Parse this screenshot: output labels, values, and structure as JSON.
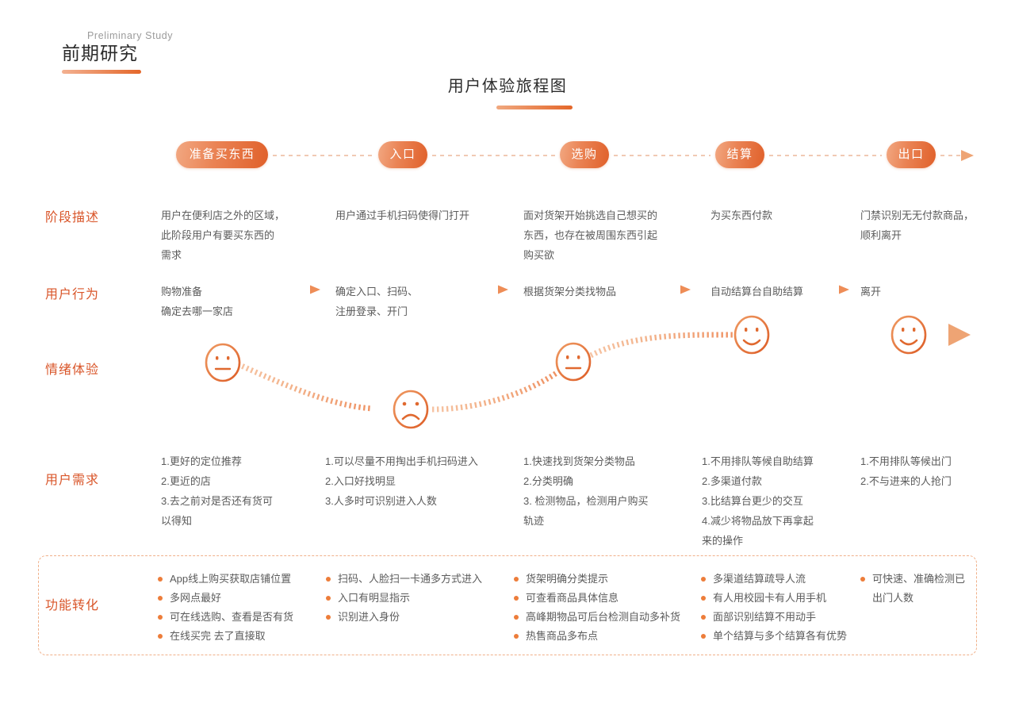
{
  "header": {
    "title_cn": "前期研究",
    "title_en": "Preliminary Study"
  },
  "main_title": "用户体验旅程图",
  "colors": {
    "accent": "#e4672a",
    "accent_light": "#f2a882",
    "label": "#d9562a",
    "body_text": "#5b5b5b",
    "dashed_border": "#f0b089",
    "bullet": "#ed7d3a"
  },
  "row_labels": [
    {
      "id": "stage-description",
      "label": "阶段描述"
    },
    {
      "id": "user-behavior",
      "label": "用户行为"
    },
    {
      "id": "emotion-experience",
      "label": "情绪体验"
    },
    {
      "id": "user-needs",
      "label": "用户需求"
    },
    {
      "id": "function-conversion",
      "label": "功能转化"
    }
  ],
  "stages": [
    {
      "label": "准备买东西"
    },
    {
      "label": "入口"
    },
    {
      "label": "选购"
    },
    {
      "label": "结算"
    },
    {
      "label": "出口"
    }
  ],
  "stage_description": [
    "用户在便利店之外的区域，\n此阶段用户有要买东西的\n需求",
    "用户通过手机扫码使得门打开",
    "面对货架开始挑选自己想买的\n东西，也存在被周围东西引起\n购买欲",
    "为买东西付款",
    "门禁识别无无付款商品，\n顺利离开"
  ],
  "user_behavior": [
    "购物准备\n确定去哪一家店",
    "确定入口、扫码、\n注册登录、开门",
    "根据货架分类找物品",
    "自动结算台自助结算",
    "离开"
  ],
  "emotion": {
    "faces": [
      {
        "stage": "准备买东西",
        "mood": "neutral"
      },
      {
        "stage": "入口",
        "mood": "sad"
      },
      {
        "stage": "选购",
        "mood": "neutral"
      },
      {
        "stage": "结算",
        "mood": "happy"
      },
      {
        "stage": "出口",
        "mood": "happy"
      }
    ]
  },
  "user_needs": [
    "1.更好的定位推荐\n2.更近的店\n3.去之前对是否还有货可\n   以得知",
    "1.可以尽量不用掏出手机扫码进入\n2.入口好找明显\n3.人多时可识别进入人数",
    "1.快速找到货架分类物品\n2.分类明确\n3. 检测物品，检测用户购买\n   轨迹",
    "1.不用排队等候自助结算\n2.多渠道付款\n3.比结算台更少的交互\n4.减少将物品放下再拿起\n   来的操作",
    "1.不用排队等候出门\n2.不与进来的人抢门"
  ],
  "function_conversion": [
    [
      "App线上购买获取店铺位置",
      "多网点最好",
      "可在线选购、查看是否有货",
      "在线买完 去了直接取"
    ],
    [
      "扫码、人脸扫一卡通多方式进入",
      "入口有明显指示",
      "识别进入身份"
    ],
    [
      "货架明确分类提示",
      "可查看商品具体信息",
      "高峰期物品可后台检测自动多补货",
      "热售商品多布点"
    ],
    [
      "多渠道结算疏导人流",
      "有人用校园卡有人用手机",
      "面部识别结算不用动手",
      "单个结算与多个结算各有优势"
    ],
    [
      "可快速、准确检测已\n出门人数"
    ]
  ]
}
